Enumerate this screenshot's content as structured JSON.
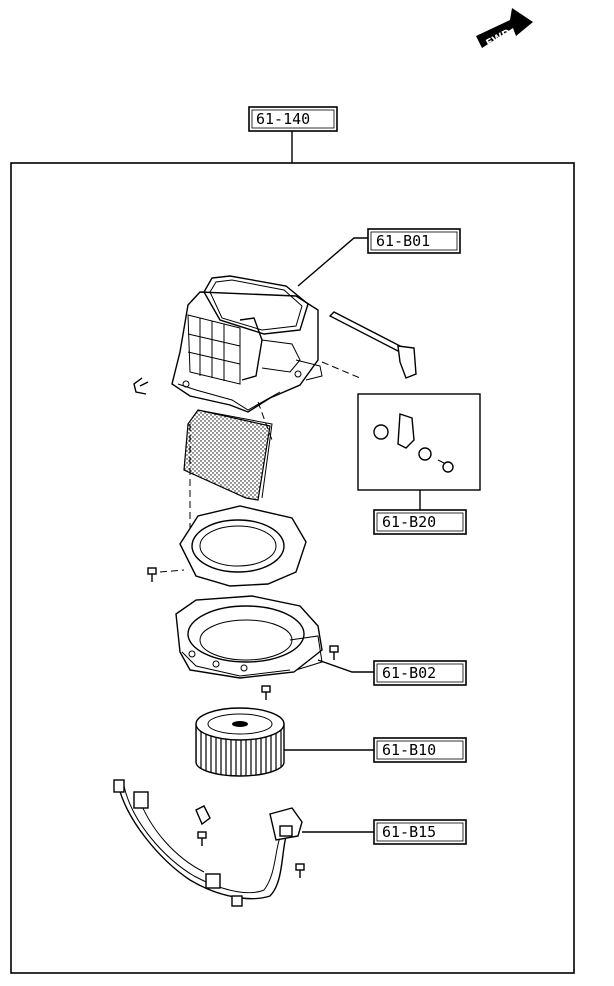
{
  "direction_label": "FWD",
  "assembly_label": "61-140",
  "callouts": {
    "case_upper": "61-B01",
    "link_kit": "61-B20",
    "case_lower": "61-B02",
    "fan_motor": "61-B10",
    "resistor_harness": "61-B15"
  }
}
